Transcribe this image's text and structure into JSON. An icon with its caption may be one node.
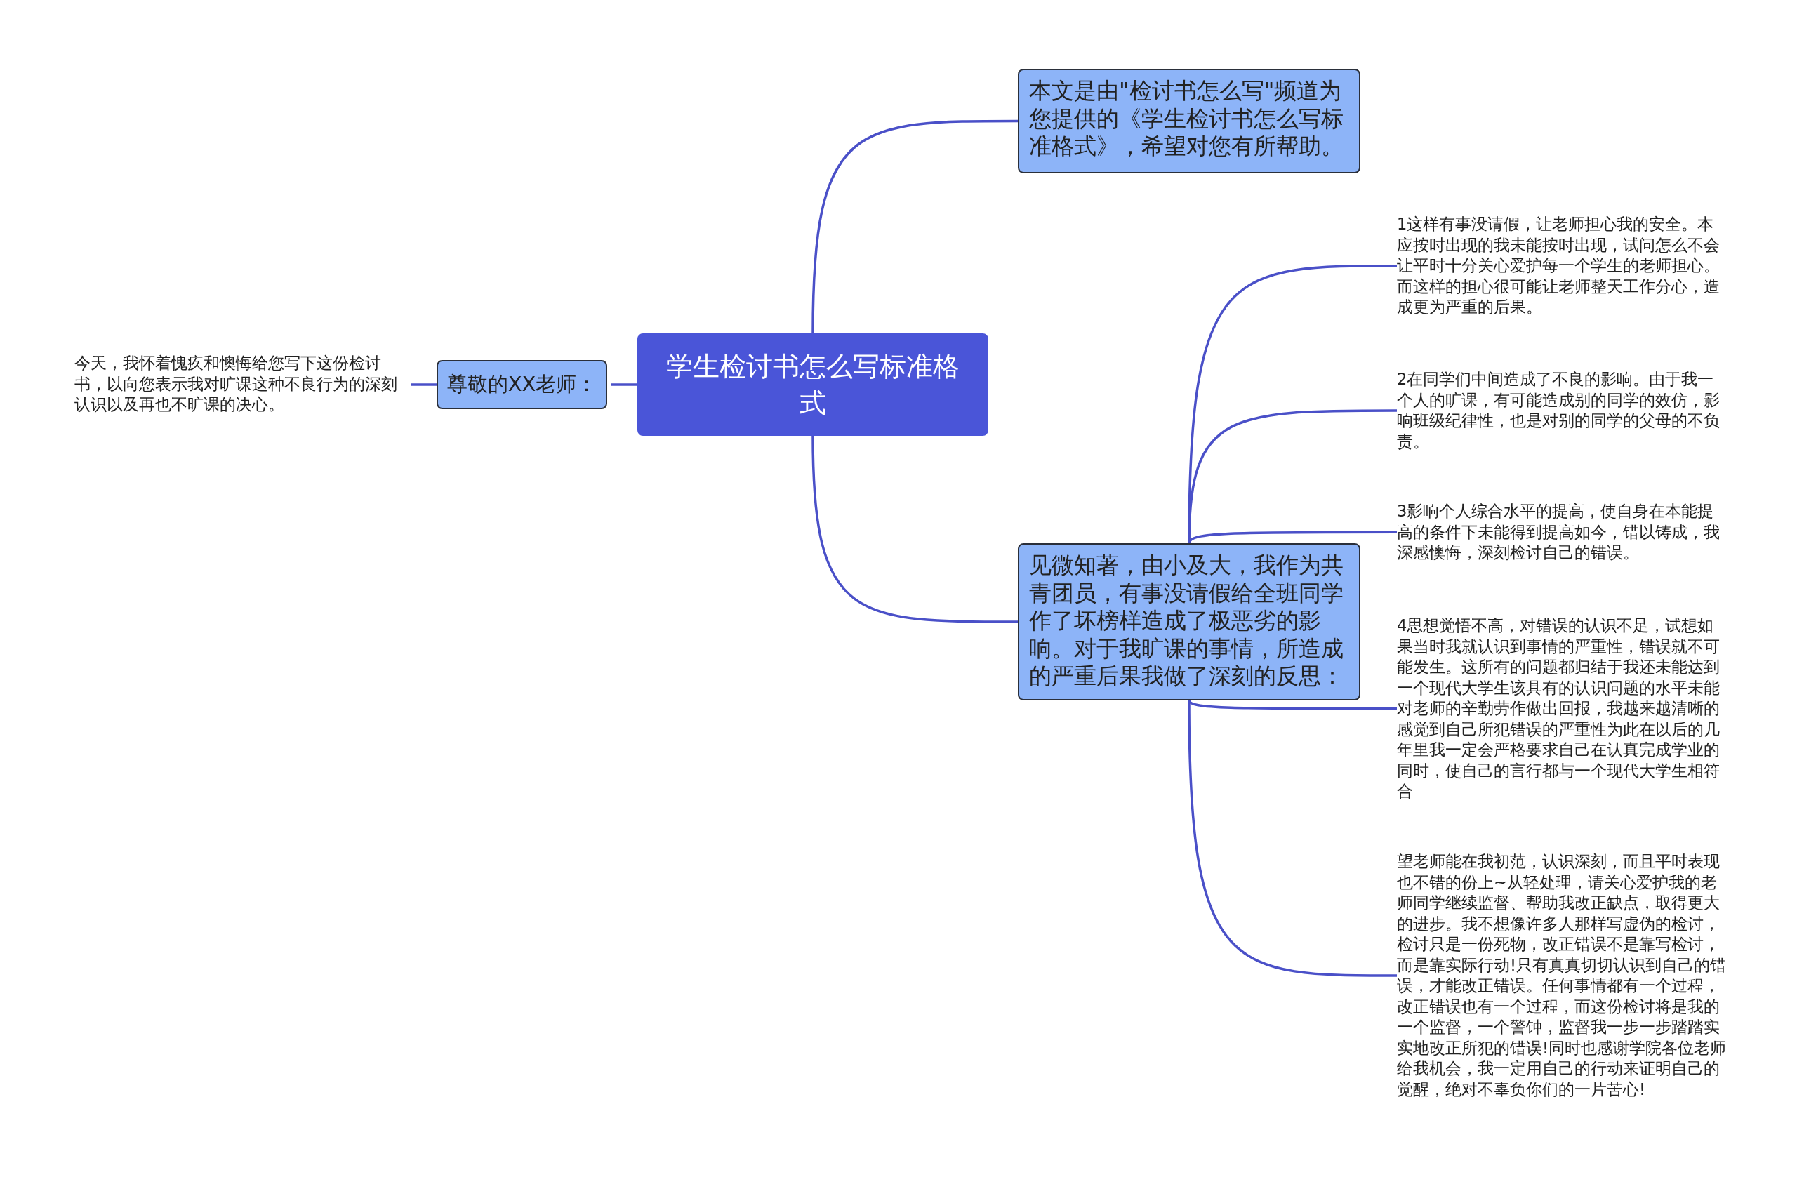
{
  "diagram": {
    "nodes": [
      {
        "text": [
          "学生检讨书怎么写标准格式"
        ]
      },
      {
        "text": [
          "本文是由\"检讨书怎么写\"频道为您提供的《学生检讨书怎么写标准格式》，希望对您有所帮助。"
        ]
      },
      {
        "text": [
          "见微知著，由小及大，我作为共青团员，有事没请假给全班同学作了坏榜样造成了极恶劣的影响。对于我旷课的事情，所造成的严重后果我做了深刻的反思："
        ]
      },
      {
        "text": [
          "1这样有事没请假，让老师担心我的安全。本应按时出现的我未能按时出现，试问怎么不会让平时十分关心爱护每一个学生的老师担心。而这样的担心很可能让老师整天工作分心，造成更为严重的后果。"
        ]
      },
      {
        "text": [
          "2在同学们中间造成了不良的影响。由于我一个人的旷课，有可能造成别的同学的效仿，影响班级纪律性，也是对别的同学的父母的不负责。"
        ]
      },
      {
        "text": [
          "3影响个人综合水平的提高，使自身在本能提高的条件下未能得到提高如今，错以铸成，我深感懊悔，深刻检讨自己的错误。"
        ]
      },
      {
        "text": [
          "4思想觉悟不高，对错误的认识不足，试想如果当时我就认识到事情的严重性，错误就不可能发生。这所有的问题都归结于我还未能达到一个现代大学生该具有的认识问题的水平未能对老师的辛勤劳作做出回报，我越来越清晰的感觉到自己所犯错误的严重性为此在以后的几年里我一定会严格要求自己在认真完成学业的同时，使自己的言行都与一个现代大学生相符合"
        ]
      },
      {
        "text": [
          "望老师能在我初范，认识深刻，而且平时表现也不错的份上~从轻处理，请关心爱护我的老师同学继续监督、帮助我改正缺点，取得更大的进步。我不想像许多人那样写虚伪的检讨，检讨只是一份死物，改正错误不是靠写检讨，而是靠实际行动!只有真真切切认识到自己的错误，才能改正错误。任何事情都有一个过程，改正错误也有一个过程，而这份检讨将是我的一个监督，一个警钟，监督我一步一步踏踏实实地改正所犯的错误!同时也感谢学院各位老师给我机会，我一定用自己的行动来证明自己的觉醒，绝对不辜负你们的一片苦心!"
        ]
      },
      {
        "text": [
          "尊敬的XX老师："
        ]
      },
      {
        "text": [
          "今天，我怀着愧疚和懊悔给您写下这份检讨书，以向您表示我对旷课这种不良行为的深刻认识以及再也不旷课的决心。"
        ]
      }
    ],
    "edges": [
      {
        "from": 0,
        "to": 1,
        "arrow": "none"
      },
      {
        "from": 0,
        "to": 2,
        "arrow": "none"
      },
      {
        "from": 2,
        "to": 3,
        "arrow": "none"
      },
      {
        "from": 2,
        "to": 4,
        "arrow": "none"
      },
      {
        "from": 2,
        "to": 5,
        "arrow": "none"
      },
      {
        "from": 2,
        "to": 6,
        "arrow": "none"
      },
      {
        "from": 2,
        "to": 7,
        "arrow": "none"
      },
      {
        "from": 0,
        "to": 8,
        "arrow": "none"
      },
      {
        "from": 8,
        "to": 9,
        "arrow": "none"
      }
    ]
  }
}
